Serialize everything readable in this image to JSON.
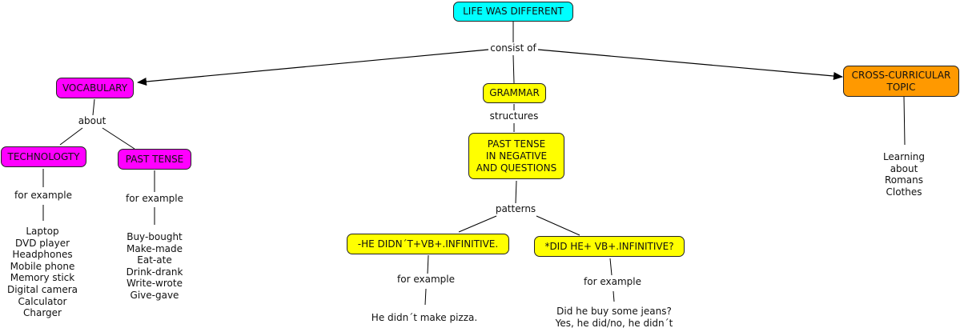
{
  "concept_map": {
    "root": {
      "text": "LIFE WAS DIFFERENT",
      "color": "#00ffff"
    },
    "root_link": "consist of",
    "branches": {
      "vocabulary": {
        "text": "VOCABULARY",
        "color": "#ff00ff",
        "link": "about",
        "children": {
          "technology": {
            "text": "TECHNOLOGTY",
            "link": "for example",
            "items": [
              "Laptop",
              "DVD player",
              "Headphones",
              "Mobile phone",
              "Memory stick",
              "Digital camera",
              "Calculator",
              "Charger"
            ]
          },
          "past_tense": {
            "text": "PAST TENSE",
            "link": "for example",
            "items": [
              "Buy-bought",
              "Make-made",
              "Eat-ate",
              "Drink-drank",
              "Write-wrote",
              "Give-gave"
            ]
          }
        }
      },
      "grammar": {
        "text": "GRAMMAR",
        "color": "#ffff00",
        "link": "structures",
        "structure": {
          "text": "PAST TENSE\nIN NEGATIVE\nAND QUESTIONS",
          "link": "patterns",
          "patterns": {
            "negative": {
              "text": "-HE DIDN´T+VB+.INFINITIVE.",
              "link": "for example",
              "example": "He didn´t make pizza."
            },
            "question": {
              "text": "*DID HE+ VB+.INFINITIVE?",
              "link": "for example",
              "example": "Did he buy some jeans?\nYes, he did/no, he didn´t"
            }
          }
        }
      },
      "cross_curricular": {
        "text": "CROSS-CURRICULAR\nTOPIC",
        "color": "#ff9900",
        "example": "Learning about\nRomans Clothes"
      }
    }
  }
}
